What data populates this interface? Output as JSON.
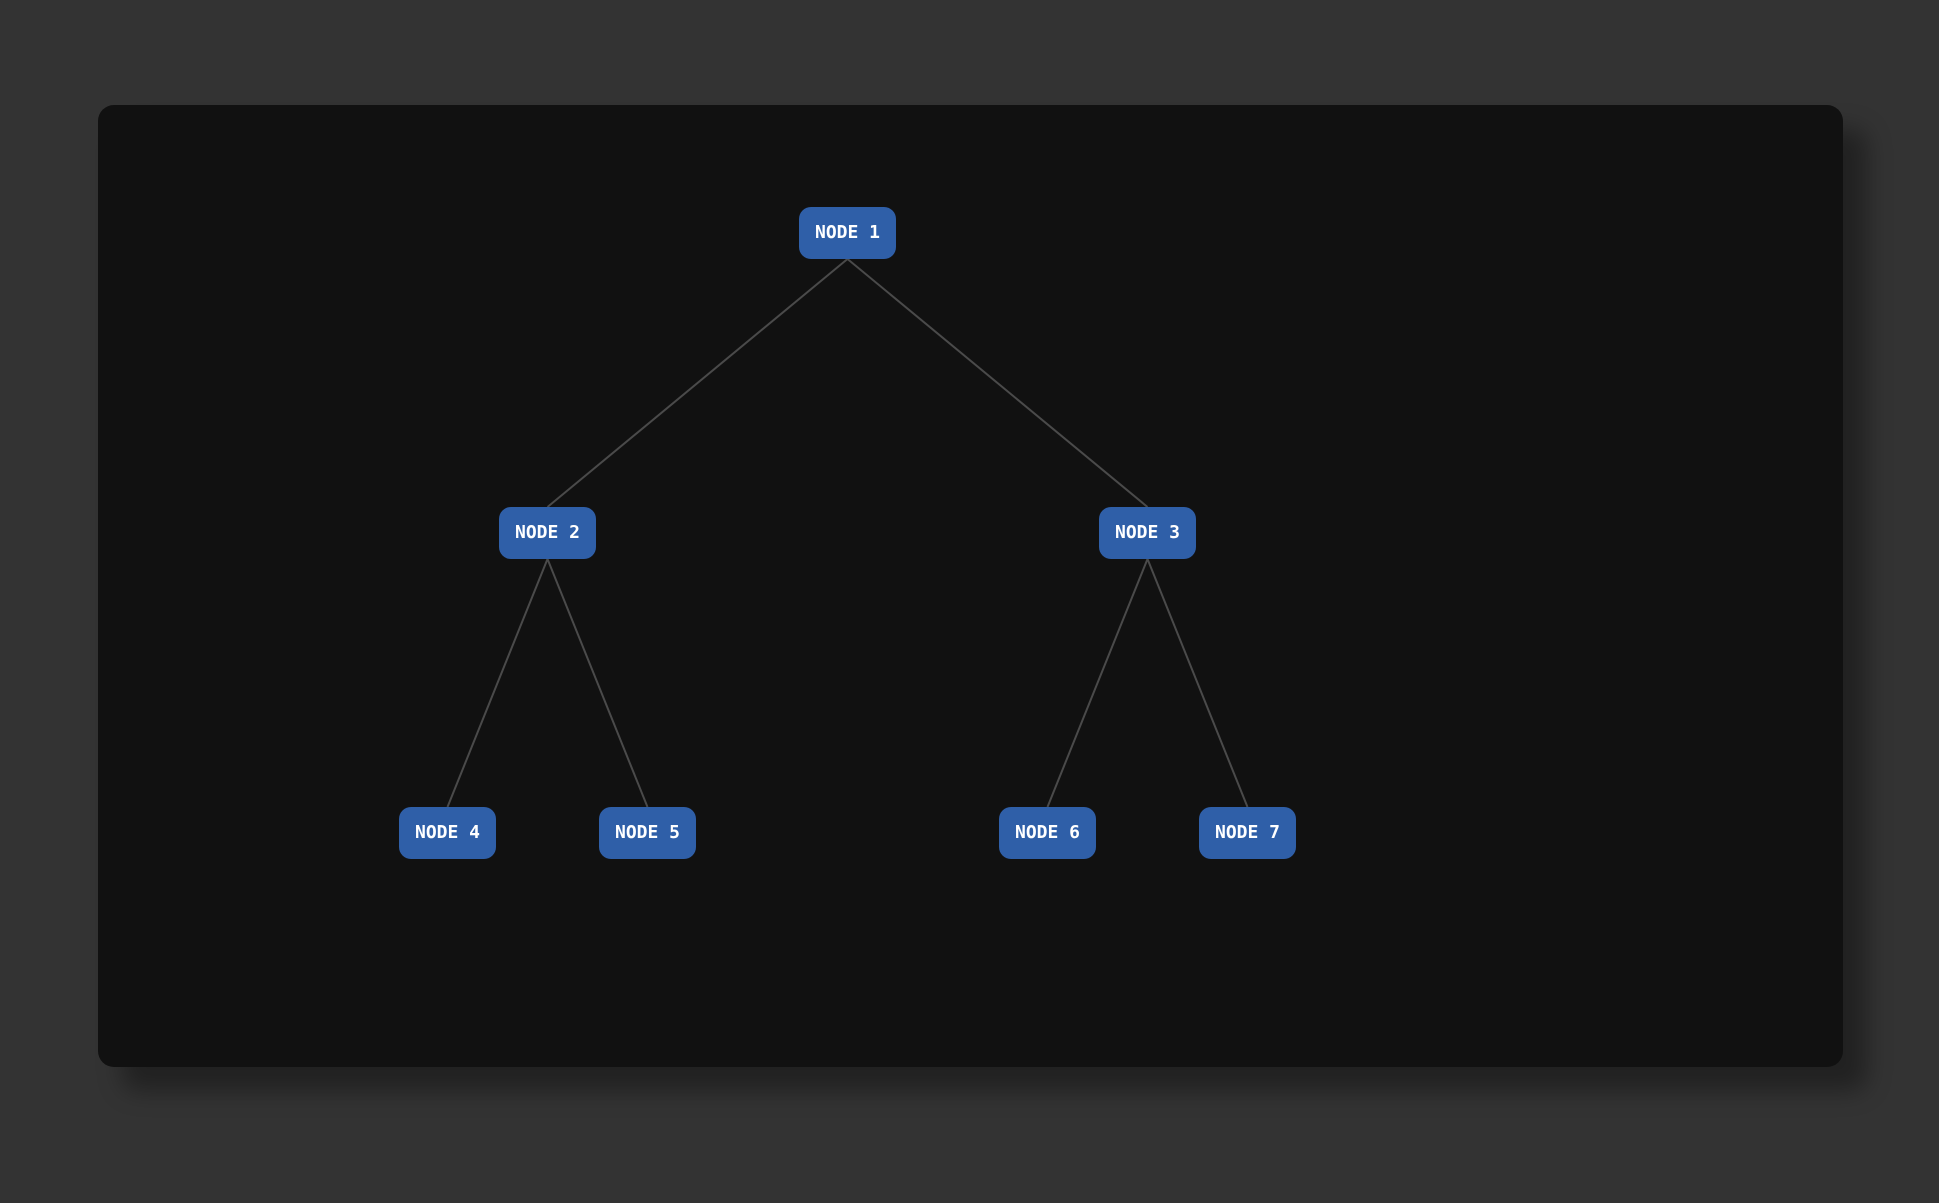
{
  "diagram": {
    "type": "tree",
    "node_color": "#2f5fa8",
    "edge_color": "#4a4a4a",
    "panel_color": "#111111",
    "background_color": "#333333",
    "nodes": [
      {
        "id": "n1",
        "label": "NODE 1"
      },
      {
        "id": "n2",
        "label": "NODE 2"
      },
      {
        "id": "n3",
        "label": "NODE 3"
      },
      {
        "id": "n4",
        "label": "NODE 4"
      },
      {
        "id": "n5",
        "label": "NODE 5"
      },
      {
        "id": "n6",
        "label": "NODE 6"
      },
      {
        "id": "n7",
        "label": "NODE 7"
      }
    ],
    "edges": [
      {
        "from": "n1",
        "to": "n2"
      },
      {
        "from": "n1",
        "to": "n3"
      },
      {
        "from": "n2",
        "to": "n4"
      },
      {
        "from": "n2",
        "to": "n5"
      },
      {
        "from": "n3",
        "to": "n6"
      },
      {
        "from": "n3",
        "to": "n7"
      }
    ]
  }
}
